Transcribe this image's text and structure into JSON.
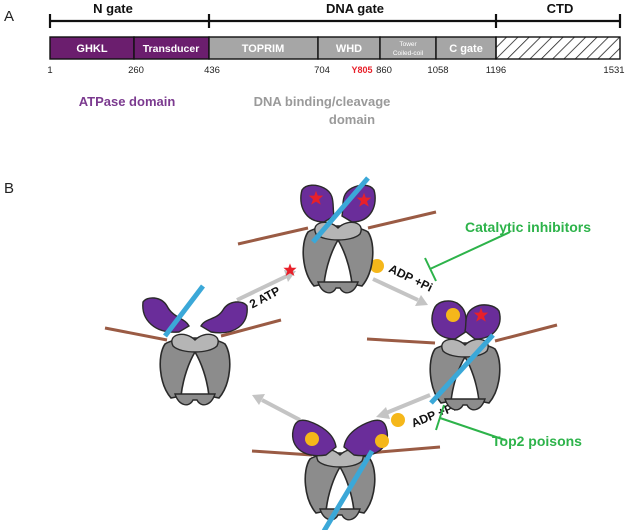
{
  "panels": {
    "a": "A",
    "b": "B"
  },
  "regions": [
    {
      "label": "N gate"
    },
    {
      "label": "DNA gate"
    },
    {
      "label": "CTD"
    }
  ],
  "domains": [
    {
      "label": "GHKL",
      "color": "#6b1e6e"
    },
    {
      "label": "Transducer",
      "color": "#6b1e6e"
    },
    {
      "label": "TOPRIM",
      "color": "#a6a6a6"
    },
    {
      "label": "WHD",
      "color": "#a6a6a6"
    },
    {
      "label": "Tower",
      "color": "#a6a6a6"
    },
    {
      "label": "Coiled-coil",
      "color": "#a6a6a6"
    },
    {
      "label": "C gate",
      "color": "#a6a6a6"
    }
  ],
  "positions": [
    "1",
    "260",
    "436",
    "704",
    "860",
    "1058",
    "1196",
    "1531"
  ],
  "mutation": {
    "label": "Y805",
    "color": "#e8202a"
  },
  "domain_annotations": {
    "atpase": {
      "label": "ATPase domain",
      "color": "#7b3a8f"
    },
    "dna_line1": "DNA binding/cleavage",
    "dna_line2": "domain",
    "dna_color": "#9a9a9a"
  },
  "cycle": {
    "step1": {
      "label": "+ 2 ATP"
    },
    "step2": {
      "label": "ADP +Pi"
    },
    "step3": {
      "label": "ADP +Pi"
    }
  },
  "inhibitors": {
    "catalytic": {
      "label": "Catalytic inhibitors",
      "color": "#2db34a"
    },
    "poisons": {
      "label": "Top2 poisons",
      "color": "#2db34a"
    }
  },
  "colors": {
    "purple": "#6a2d9a",
    "purple_dark": "#3e1460",
    "gray": "#8c8c8c",
    "gray_dark": "#3a3a3a",
    "dna": "#3ba8d8",
    "dna_t": "#9a5b44",
    "star": "#e8202a",
    "adp": "#f5b71a",
    "arrow": "#c4c4c4"
  },
  "icons": [
    "star-icon",
    "adp-dot-icon",
    "inhibition-bar-icon",
    "arrow-icon"
  ]
}
